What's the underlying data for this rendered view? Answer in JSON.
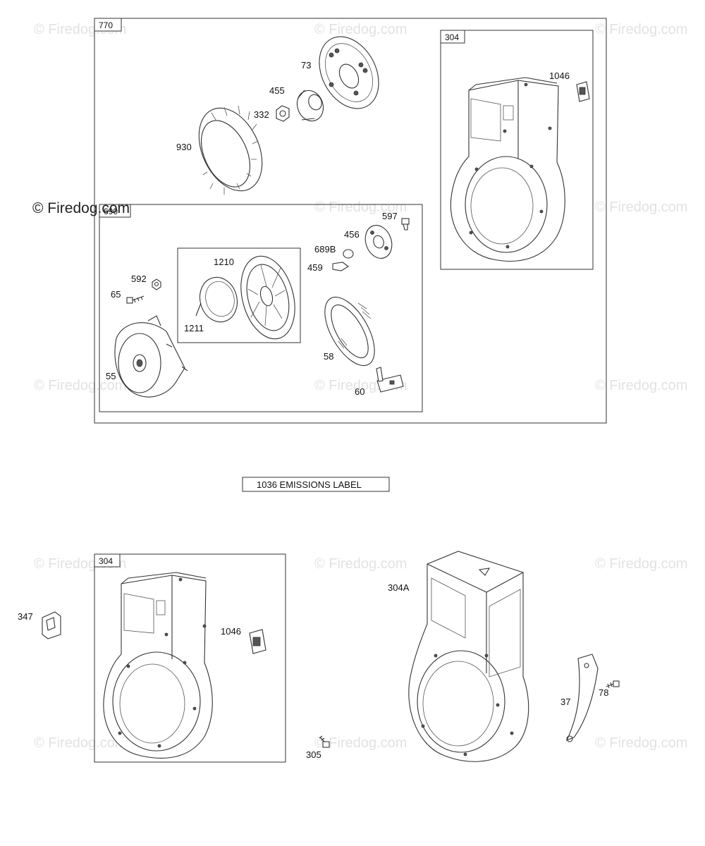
{
  "watermark": "© Firedog.com",
  "groups": {
    "g770": "770",
    "g690": "690",
    "g304_top": "304",
    "g304_bottom": "304"
  },
  "emissions_label": "1036 EMISSIONS LABEL",
  "callouts": {
    "c73": "73",
    "c455": "455",
    "c332": "332",
    "c930": "930",
    "c1046a": "1046",
    "c597": "597",
    "c456": "456",
    "c689b": "689B",
    "c459": "459",
    "c1210": "1210",
    "c592": "592",
    "c65": "65",
    "c1211": "1211",
    "c58": "58",
    "c55": "55",
    "c60": "60",
    "c347": "347",
    "c1046b": "1046",
    "c304a": "304A",
    "c37": "37",
    "c78": "78",
    "c305": "305"
  }
}
